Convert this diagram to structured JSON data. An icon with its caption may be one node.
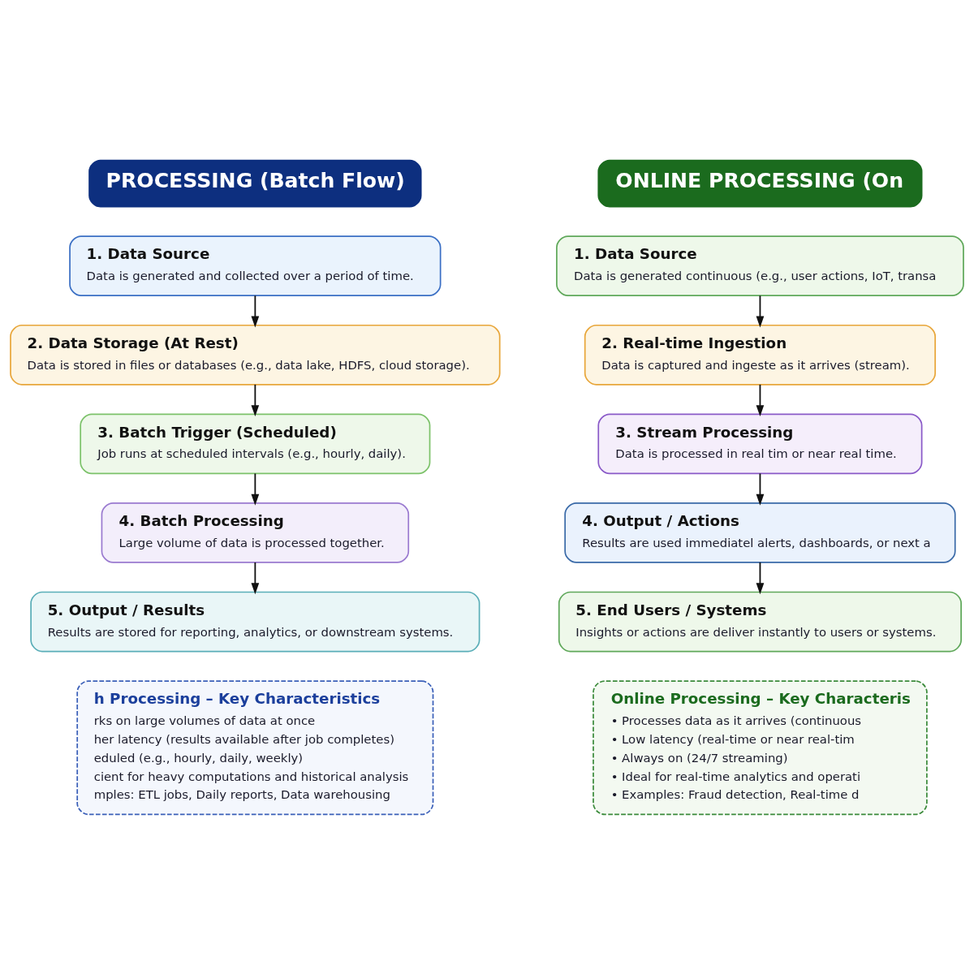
{
  "diagram": {
    "nodes": [
      {
        "text": [
          "PROCESSING (Batch Flow)"
        ]
      },
      {
        "text": [
          "1. Data Source",
          "Data is generated and collected over a period of time."
        ]
      },
      {
        "text": [
          "2. Data Storage (At Rest)",
          "Data is stored in files or databases (e.g., data lake, HDFS, cloud storage)."
        ]
      },
      {
        "text": [
          "3. Batch Trigger (Scheduled)",
          "Job runs at scheduled intervals (e.g., hourly, daily)."
        ]
      },
      {
        "text": [
          "4. Batch Processing",
          "Large volume of data is processed together."
        ]
      },
      {
        "text": [
          "5. Output / Results",
          "Results are stored for reporting, analytics, or downstream systems."
        ]
      },
      {
        "text": [
          "h Processing – Key Characteristics",
          "rks on large volumes of data at once",
          "her latency (results available after job completes)",
          "eduled (e.g., hourly, daily, weekly)",
          "cient for heavy computations and historical analysis",
          "mples: ETL jobs, Daily reports, Data warehousing"
        ]
      },
      {
        "text": [
          "ONLINE PROCESSING (On"
        ]
      },
      {
        "text": [
          "1. Data Source",
          "Data is generated continuous (e.g., user actions, IoT, transa"
        ]
      },
      {
        "text": [
          "2. Real-time Ingestion",
          "Data is captured and ingeste as it arrives (stream)."
        ]
      },
      {
        "text": [
          "3. Stream Processing",
          "Data is processed in real tim or near real time."
        ]
      },
      {
        "text": [
          "4. Output / Actions",
          "Results are used immediatel alerts, dashboards, or next a"
        ]
      },
      {
        "text": [
          "5. End Users / Systems",
          "Insights or actions are deliver instantly to users or systems."
        ]
      },
      {
        "text": [
          "Online Processing – Key Characteris",
          "• Processes data as it arrives (continuous",
          "• Low latency (real-time or near real-tim",
          "• Always on (24/7 streaming)",
          "• Ideal for real-time analytics and operati",
          "• Examples: Fraud detection, Real-time d"
        ]
      }
    ],
    "edges": [
      {
        "from": 1,
        "to": 2,
        "arrow": "to"
      },
      {
        "from": 2,
        "to": 3,
        "arrow": "to"
      },
      {
        "from": 3,
        "to": 4,
        "arrow": "to"
      },
      {
        "from": 4,
        "to": 5,
        "arrow": "to"
      },
      {
        "from": 8,
        "to": 9,
        "arrow": "to"
      },
      {
        "from": 9,
        "to": 10,
        "arrow": "to"
      },
      {
        "from": 10,
        "to": 11,
        "arrow": "to"
      },
      {
        "from": 11,
        "to": 12,
        "arrow": "to"
      }
    ]
  }
}
